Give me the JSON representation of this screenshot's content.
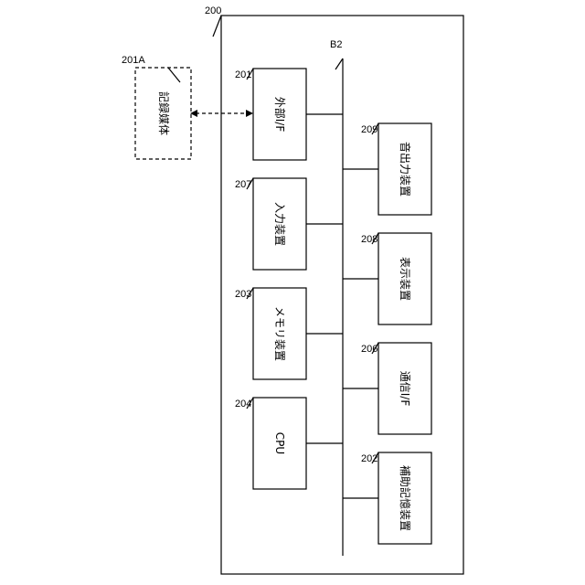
{
  "device": {
    "ref": "200"
  },
  "bus": {
    "ref": "B2"
  },
  "medium": {
    "ref": "201A",
    "label": "記録媒体"
  },
  "left_units": [
    {
      "ref": "201",
      "label": "外部I/F"
    },
    {
      "ref": "207",
      "label": "入力装置"
    },
    {
      "ref": "203",
      "label": "メモリ装置"
    },
    {
      "ref": "204",
      "label": "CPU"
    }
  ],
  "right_units": [
    {
      "ref": "209",
      "label": "音出力装置"
    },
    {
      "ref": "208",
      "label": "表示装置"
    },
    {
      "ref": "206",
      "label": "通信I/F"
    },
    {
      "ref": "202",
      "label": "補助記憶装置"
    }
  ],
  "colors": {
    "stroke": "#000000",
    "background": "#ffffff"
  }
}
